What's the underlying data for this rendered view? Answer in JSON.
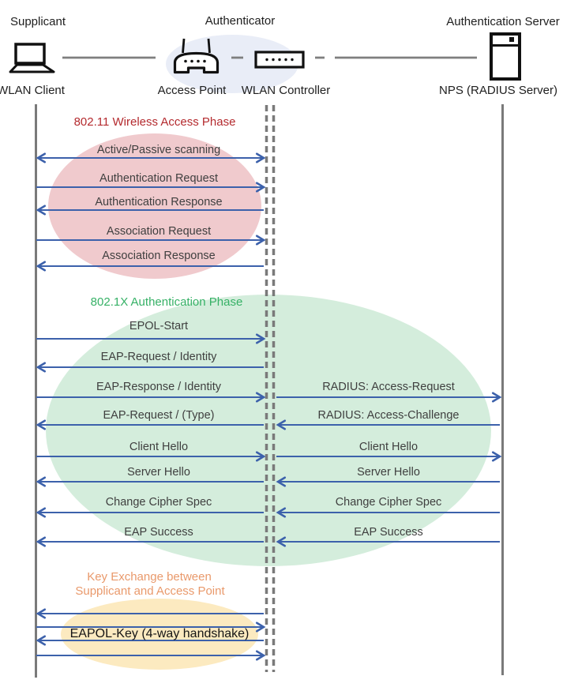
{
  "roles": {
    "supplicant": "Supplicant",
    "authenticator": "Authenticator",
    "auth_server": "Authentication Server"
  },
  "nodes": {
    "wlan_client": "WLAN Client",
    "access_point": "Access Point",
    "wlan_controller": "WLAN Controller",
    "nps": "NPS (RADIUS Server)"
  },
  "phases": {
    "wireless_access": {
      "title": "802.11 Wireless Access Phase",
      "color": "#b42a2e",
      "ellipse_fill": "#f0cacd"
    },
    "authentication": {
      "title": "802.1X Authentication Phase",
      "color": "#36b166",
      "ellipse_fill": "#d4eddc"
    },
    "key_exchange": {
      "title_line1": "Key Exchange between",
      "title_line2": "Supplicant and Access Point",
      "color": "#e9996b",
      "ellipse_fill": "#fceac0"
    }
  },
  "messages": {
    "left": [
      {
        "label": "Active/Passive scanning",
        "direction": "bidirectional",
        "phase": "802.11"
      },
      {
        "label": "Authentication Request",
        "direction": "right",
        "phase": "802.11"
      },
      {
        "label": "Authentication Response",
        "direction": "left",
        "phase": "802.11"
      },
      {
        "label": "Association Request",
        "direction": "right",
        "phase": "802.11"
      },
      {
        "label": "Association Response",
        "direction": "left",
        "phase": "802.11"
      },
      {
        "label": "EPOL-Start",
        "direction": "right",
        "phase": "802.1X"
      },
      {
        "label": "EAP-Request / Identity",
        "direction": "left",
        "phase": "802.1X"
      },
      {
        "label": "EAP-Response / Identity",
        "direction": "right",
        "phase": "802.1X"
      },
      {
        "label": "EAP-Request / (Type)",
        "direction": "left",
        "phase": "802.1X"
      },
      {
        "label": "Client Hello",
        "direction": "right",
        "phase": "802.1X"
      },
      {
        "label": "Server Hello",
        "direction": "left",
        "phase": "802.1X"
      },
      {
        "label": "Change Cipher Spec",
        "direction": "left",
        "phase": "802.1X"
      },
      {
        "label": "EAP Success",
        "direction": "left",
        "phase": "802.1X"
      },
      {
        "label": "EAPOL-Key (4-way handshake)",
        "direction": "4-way",
        "phase": "key-exchange",
        "arrows": [
          "left",
          "right",
          "left",
          "right"
        ]
      }
    ],
    "right": [
      {
        "label": "RADIUS: Access-Request",
        "direction": "right"
      },
      {
        "label": "RADIUS: Access-Challenge",
        "direction": "left"
      },
      {
        "label": "Client Hello",
        "direction": "right"
      },
      {
        "label": "Server Hello",
        "direction": "left"
      },
      {
        "label": "Change Cipher Spec",
        "direction": "left"
      },
      {
        "label": "EAP Success",
        "direction": "left"
      }
    ]
  },
  "palette": {
    "arrow_blue": "#3c61ab",
    "lifeline_gray": "#7a7a7a",
    "authenticator_ellipse_fill": "#e9edf7",
    "message_text": "#3f3f3f",
    "icon_black": "#111111"
  }
}
